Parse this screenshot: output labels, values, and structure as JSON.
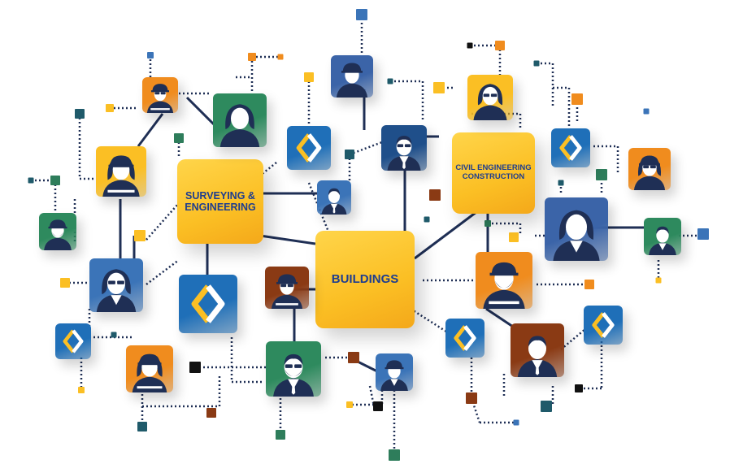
{
  "hubs": {
    "surveying": "SURVEYING &\nENGINEERING",
    "buildings": "BUILDINGS",
    "civil": "CIVIL ENGINEERING\nCONSTRUCTION"
  },
  "colors": {
    "hub_yellow": "#fbbf24",
    "logo_blue": "#1f6fb8",
    "logo_arrow": "#fbbf24",
    "tile_green": "#2e7d5b",
    "tile_orange": "#f08c1e",
    "tile_brown": "#8a3a14",
    "tile_navy": "#1f4f8a",
    "text_blue": "#1e3d8f"
  },
  "icons": {
    "logo": "company-logo-icon",
    "person": "person-avatar-icon",
    "hardhat": "hard-hat-worker-icon"
  }
}
